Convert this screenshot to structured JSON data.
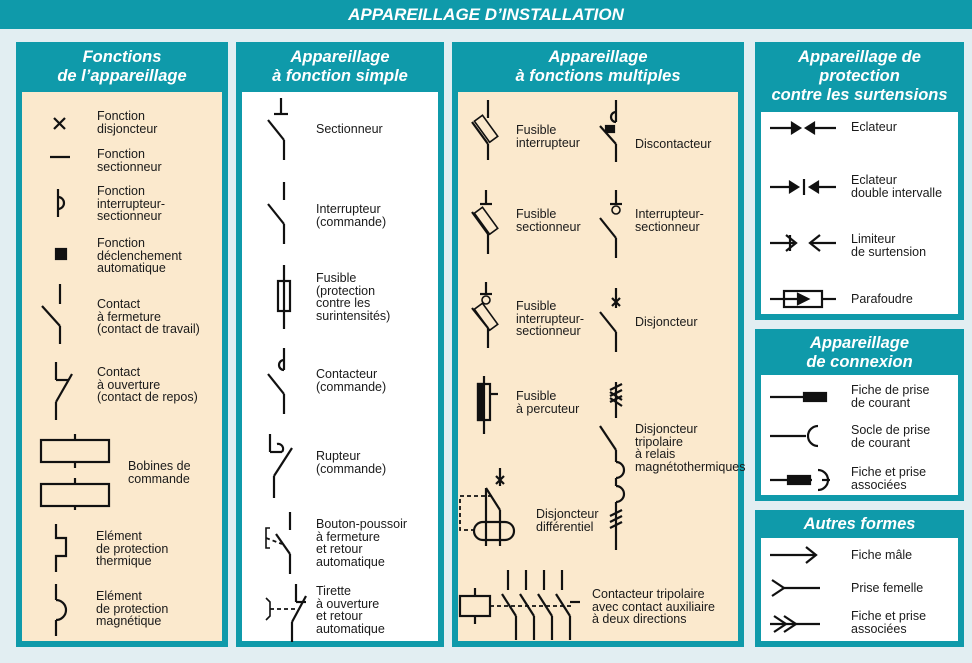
{
  "title": "APPAREILLAGE D’INSTALLATION",
  "col1": {
    "title": [
      "Fonctions",
      "de l’appareillage"
    ],
    "items": [
      [
        "Fonction",
        "disjoncteur"
      ],
      [
        "Fonction",
        "sectionneur"
      ],
      [
        "Fonction",
        "interrupteur-",
        "sectionneur"
      ],
      [
        "Fonction",
        "déclenchement",
        "automatique"
      ],
      [
        "Contact",
        "à fermeture",
        "(contact de travail)"
      ],
      [
        "Contact",
        "à ouverture",
        "(contact de repos)"
      ],
      [
        "Bobines de",
        "commande"
      ],
      [
        "Elément",
        "de protection",
        "thermique"
      ],
      [
        "Elément",
        "de protection",
        "magnétique"
      ]
    ]
  },
  "col2": {
    "title": [
      "Appareillage",
      "à fonction simple"
    ],
    "items": [
      [
        "Sectionneur"
      ],
      [
        "Interrupteur",
        "(commande)"
      ],
      [
        "Fusible",
        "(protection",
        "contre les",
        "surintensités)"
      ],
      [
        "Contacteur",
        "(commande)"
      ],
      [
        "Rupteur",
        "(commande)"
      ],
      [
        "Bouton-poussoir",
        "à fermeture",
        "et retour",
        "automatique"
      ],
      [
        "Tirette",
        "à ouverture",
        "et retour",
        "automatique"
      ]
    ]
  },
  "col3": {
    "title": [
      "Appareillage",
      "à fonctions multiples"
    ],
    "left": [
      [
        "Fusible",
        "interrupteur"
      ],
      [
        "Fusible",
        "sectionneur"
      ],
      [
        "Fusible",
        "interrupteur-",
        "sectionneur"
      ],
      [
        "Fusible",
        "à percuteur"
      ],
      [
        "Disjoncteur",
        "différentiel"
      ]
    ],
    "right": [
      [
        "Discontacteur"
      ],
      [
        "Interrupteur-",
        "sectionneur"
      ],
      [
        "Disjoncteur"
      ],
      [
        "Disjoncteur",
        "tripolaire",
        "à relais",
        "magnétothermiques"
      ]
    ],
    "bottom": [
      "Contacteur tripolaire",
      "avec contact auxiliaire",
      "à deux directions"
    ]
  },
  "col4a": {
    "title": [
      "Appareillage de",
      "protection",
      "contre les surtensions"
    ],
    "items": [
      [
        "Eclateur"
      ],
      [
        "Eclateur",
        "double intervalle"
      ],
      [
        "Limiteur",
        "de surtension"
      ],
      [
        "Parafoudre"
      ]
    ]
  },
  "col4b": {
    "title": [
      "Appareillage",
      "de connexion"
    ],
    "items": [
      [
        "Fiche de prise",
        "de courant"
      ],
      [
        "Socle de prise",
        "de courant"
      ],
      [
        "Fiche et prise",
        "associées"
      ]
    ]
  },
  "col4c": {
    "title": [
      "Autres formes"
    ],
    "items": [
      [
        "Fiche mâle"
      ],
      [
        "Prise femelle"
      ],
      [
        "Fiche et prise",
        "associées"
      ]
    ]
  }
}
